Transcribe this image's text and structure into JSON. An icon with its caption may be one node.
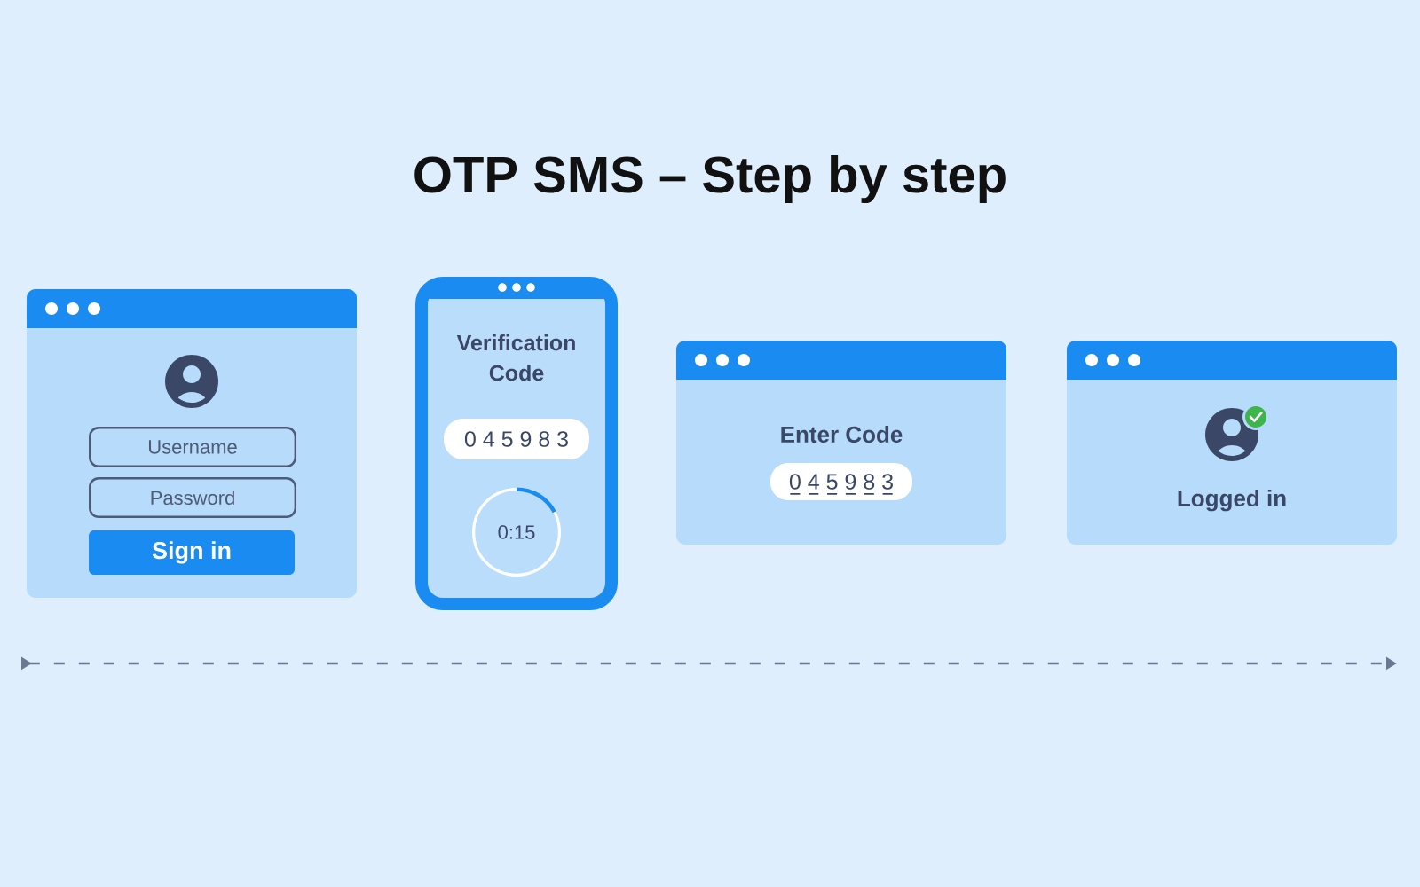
{
  "diagram": {
    "title": "OTP SMS – Step by step",
    "nodes": [
      {
        "text": [],
        "shape": "box"
      },
      {
        "text": [
          "Username"
        ],
        "in": 0
      },
      {
        "text": [
          "Password"
        ],
        "in": 0
      },
      {
        "text": [
          "Sign in"
        ],
        "in": 0
      },
      {
        "text": [
          "Verification Code"
        ]
      },
      {
        "text": [
          "0 4 5 9 8 3"
        ],
        "in": 4
      },
      {
        "text": [
          "0:15"
        ],
        "in": 4
      },
      {
        "text": [
          "Enter Code"
        ]
      },
      {
        "text": [
          "0 4 5 9 8 3"
        ],
        "in": 7
      },
      {
        "text": [
          "Logged in"
        ]
      }
    ]
  }
}
